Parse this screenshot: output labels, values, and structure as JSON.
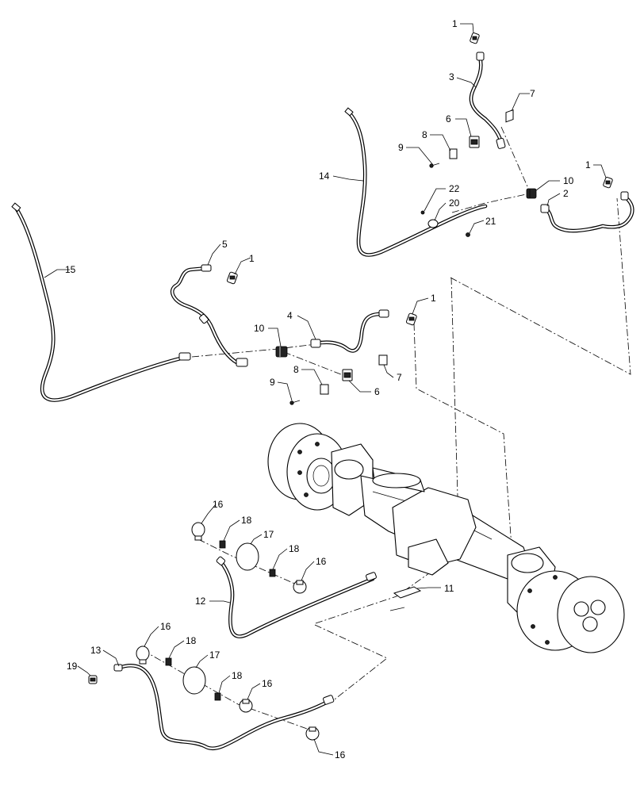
{
  "callouts": [
    {
      "id": "c-1a",
      "text": "1"
    },
    {
      "id": "c-3",
      "text": "3"
    },
    {
      "id": "c-7a",
      "text": "7"
    },
    {
      "id": "c-6a",
      "text": "6"
    },
    {
      "id": "c-8a",
      "text": "8"
    },
    {
      "id": "c-9a",
      "text": "9"
    },
    {
      "id": "c-14",
      "text": "14"
    },
    {
      "id": "c-10a",
      "text": "10"
    },
    {
      "id": "c-1b",
      "text": "1"
    },
    {
      "id": "c-2",
      "text": "2"
    },
    {
      "id": "c-22",
      "text": "22"
    },
    {
      "id": "c-20",
      "text": "20"
    },
    {
      "id": "c-21",
      "text": "21"
    },
    {
      "id": "c-15",
      "text": "15"
    },
    {
      "id": "c-5",
      "text": "5"
    },
    {
      "id": "c-1c",
      "text": "1"
    },
    {
      "id": "c-4",
      "text": "4"
    },
    {
      "id": "c-1d",
      "text": "1"
    },
    {
      "id": "c-10b",
      "text": "10"
    },
    {
      "id": "c-8b",
      "text": "8"
    },
    {
      "id": "c-7b",
      "text": "7"
    },
    {
      "id": "c-9b",
      "text": "9"
    },
    {
      "id": "c-6b",
      "text": "6"
    },
    {
      "id": "c-16a",
      "text": "16"
    },
    {
      "id": "c-18a",
      "text": "18"
    },
    {
      "id": "c-17a",
      "text": "17"
    },
    {
      "id": "c-18b",
      "text": "18"
    },
    {
      "id": "c-16b",
      "text": "16"
    },
    {
      "id": "c-12",
      "text": "12"
    },
    {
      "id": "c-11",
      "text": "11"
    },
    {
      "id": "c-16c",
      "text": "16"
    },
    {
      "id": "c-13",
      "text": "13"
    },
    {
      "id": "c-18c",
      "text": "18"
    },
    {
      "id": "c-19",
      "text": "19"
    },
    {
      "id": "c-17b",
      "text": "17"
    },
    {
      "id": "c-18d",
      "text": "18"
    },
    {
      "id": "c-16d",
      "text": "16"
    },
    {
      "id": "c-16e",
      "text": "16"
    }
  ]
}
